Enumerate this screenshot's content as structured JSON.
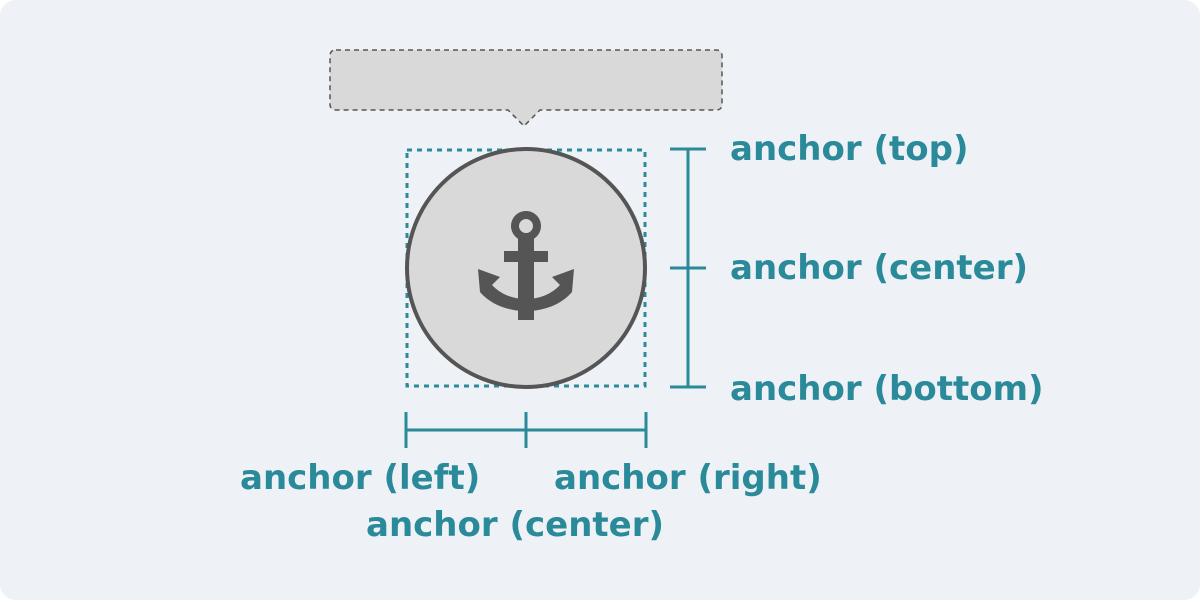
{
  "colors": {
    "canvas_bg": "#EEF2F6",
    "accent": "#2A8A99",
    "marker_fill": "#D9D9D9",
    "marker_stroke": "#555555",
    "tooltip_fill": "#D9D9D9",
    "tooltip_stroke": "#555555"
  },
  "icons": {
    "marker": "anchor-icon"
  },
  "labels": {
    "top": "anchor (top)",
    "middle": "anchor (center)",
    "bottom": "anchor (bottom)",
    "left": "anchor (left)",
    "right": "anchor (right)",
    "center": "anchor (center)"
  }
}
